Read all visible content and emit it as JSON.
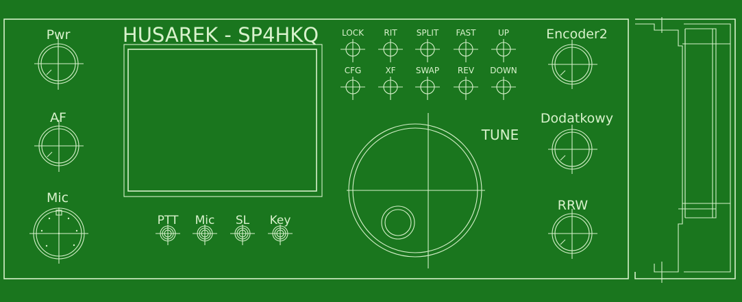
{
  "title": "HUSAREK - SP4HKQ",
  "knobs_left": [
    {
      "label": "Pwr"
    },
    {
      "label": "AF"
    },
    {
      "label": "Mic"
    }
  ],
  "jacks": [
    {
      "label": "PTT"
    },
    {
      "label": "Mic"
    },
    {
      "label": "SL"
    },
    {
      "label": "Key"
    }
  ],
  "buttons_row1": [
    {
      "label": "LOCK"
    },
    {
      "label": "RIT"
    },
    {
      "label": "SPLIT"
    },
    {
      "label": "FAST"
    },
    {
      "label": "UP"
    }
  ],
  "buttons_row2": [
    {
      "label": "CFG"
    },
    {
      "label": "XF"
    },
    {
      "label": "SWAP"
    },
    {
      "label": "REV"
    },
    {
      "label": "DOWN"
    }
  ],
  "tune": {
    "label": "TUNE"
  },
  "knobs_right": [
    {
      "label": "Encoder2"
    },
    {
      "label": "Dodatkowy"
    },
    {
      "label": "RRW"
    }
  ],
  "colors": {
    "background": "#1a761e",
    "line": "#d8f2cc"
  }
}
